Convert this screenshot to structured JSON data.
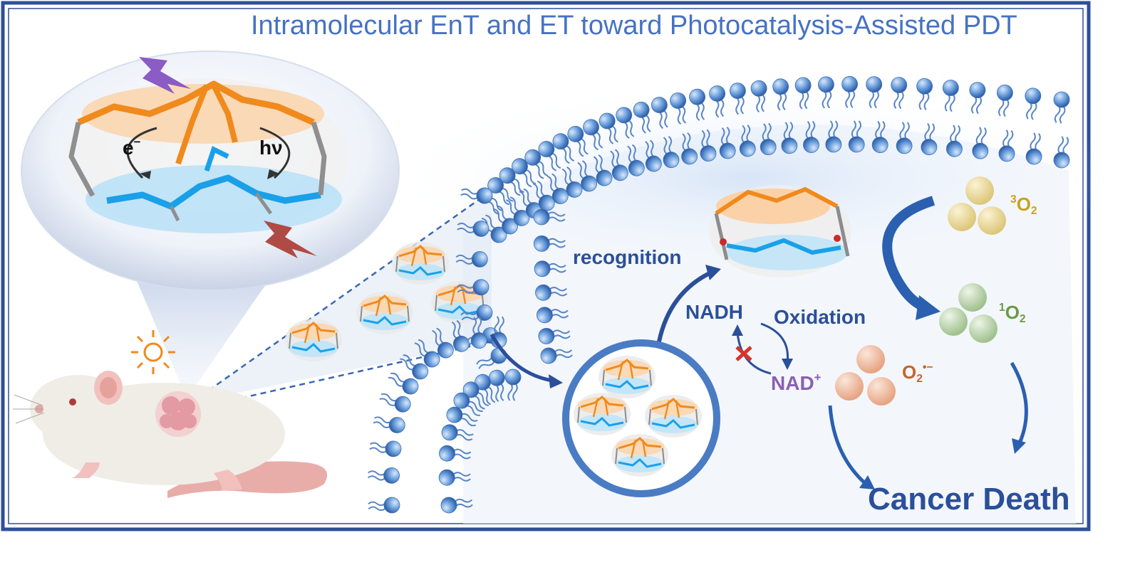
{
  "title": "Intramolecular EnT and ET toward Photocatalysis-Assisted PDT",
  "labels": {
    "electron": "e",
    "electron_sup": "−",
    "hv": "hν",
    "recognition": "recognition",
    "nadh": "NADH",
    "oxidation": "Oxidation",
    "nad": "NAD",
    "nad_sup": "+",
    "triplet_o2_sup": "3",
    "triplet_o2": "O",
    "triplet_o2_sub": "2",
    "singlet_o2_sup": "1",
    "singlet_o2": "O",
    "singlet_o2_sub": "2",
    "superoxide": "O",
    "superoxide_sub": "2",
    "superoxide_sup": "•−",
    "cancer_death": "Cancer Death"
  },
  "colors": {
    "title": "#4672c4",
    "frame": "#2e4f9a",
    "membrane": "#5b8fd4",
    "dark_blue": "#2b4f9a",
    "orange": "#f08a1c",
    "cyan": "#1aa0e8",
    "triplet": "#c9a21f",
    "singlet": "#6a9a4a",
    "superoxide": "#c8642a",
    "nad": "#8a5fb0",
    "blocked": "#d8342a"
  },
  "icons": [
    "sun-icon",
    "lightning-icon",
    "blocked-x-icon",
    "mouse-icon",
    "tumor-icon"
  ]
}
